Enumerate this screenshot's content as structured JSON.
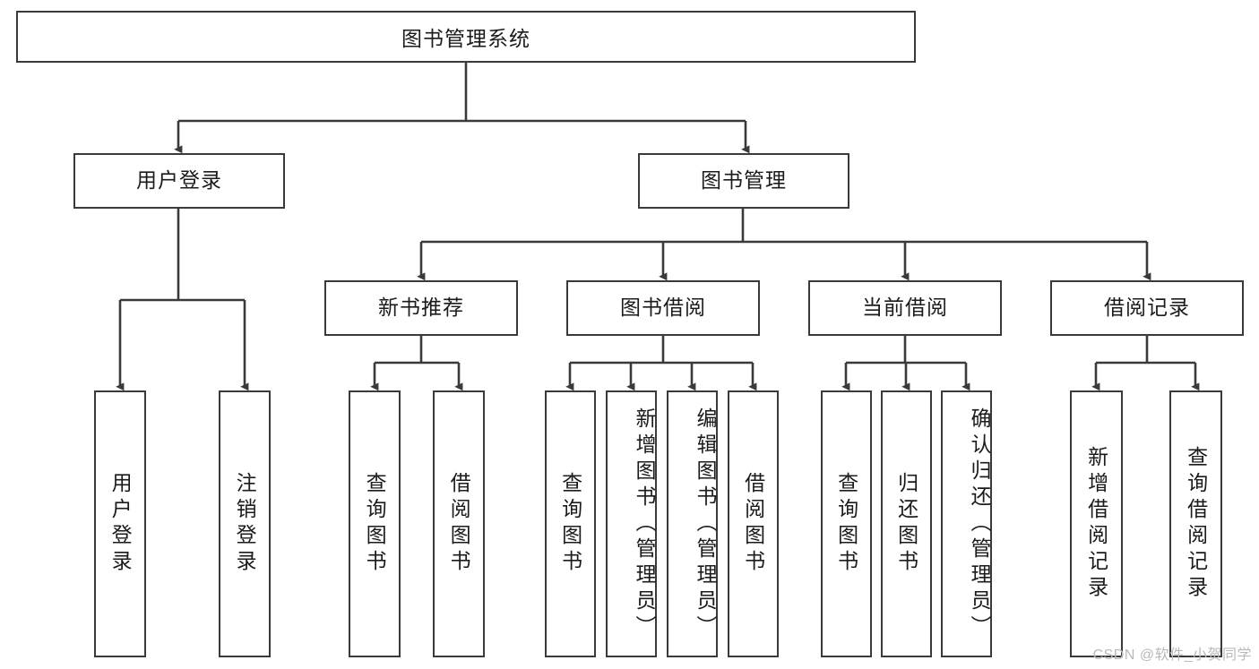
{
  "diagram": {
    "type": "tree",
    "title": "图书管理系统",
    "background": "#ffffff",
    "stroke_color": "#3a3a3a",
    "text_color": "#1b1b1b",
    "nodes": {
      "root": {
        "label": "图书管理系统"
      },
      "user_login": {
        "label": "用户登录"
      },
      "book_mgmt": {
        "label": "图书管理"
      },
      "new_book_rec": {
        "label": "新书推荐"
      },
      "book_borrow": {
        "label": "图书借阅"
      },
      "current_borrow": {
        "label": "当前借阅"
      },
      "borrow_record": {
        "label": "借阅记录"
      },
      "leaf_user_login": {
        "label": "用户登录"
      },
      "leaf_logout": {
        "label": "注销登录"
      },
      "leaf_query_book_1": {
        "label": "查询图书"
      },
      "leaf_borrow_book_1": {
        "label": "借阅图书"
      },
      "leaf_query_book_2": {
        "label": "查询图书"
      },
      "leaf_add_book": {
        "label": "新增图书（管理员）"
      },
      "leaf_edit_book": {
        "label": "编辑图书（管理员）"
      },
      "leaf_borrow_book_2": {
        "label": "借阅图书"
      },
      "leaf_query_book_3": {
        "label": "查询图书"
      },
      "leaf_return_book": {
        "label": "归还图书"
      },
      "leaf_confirm_return": {
        "label": "确认归还（管理员）"
      },
      "leaf_add_record": {
        "label": "新增借阅记录"
      },
      "leaf_query_record": {
        "label": "查询借阅记录"
      }
    }
  },
  "watermark": {
    "text": "CSDN @软件_小贺同学"
  }
}
